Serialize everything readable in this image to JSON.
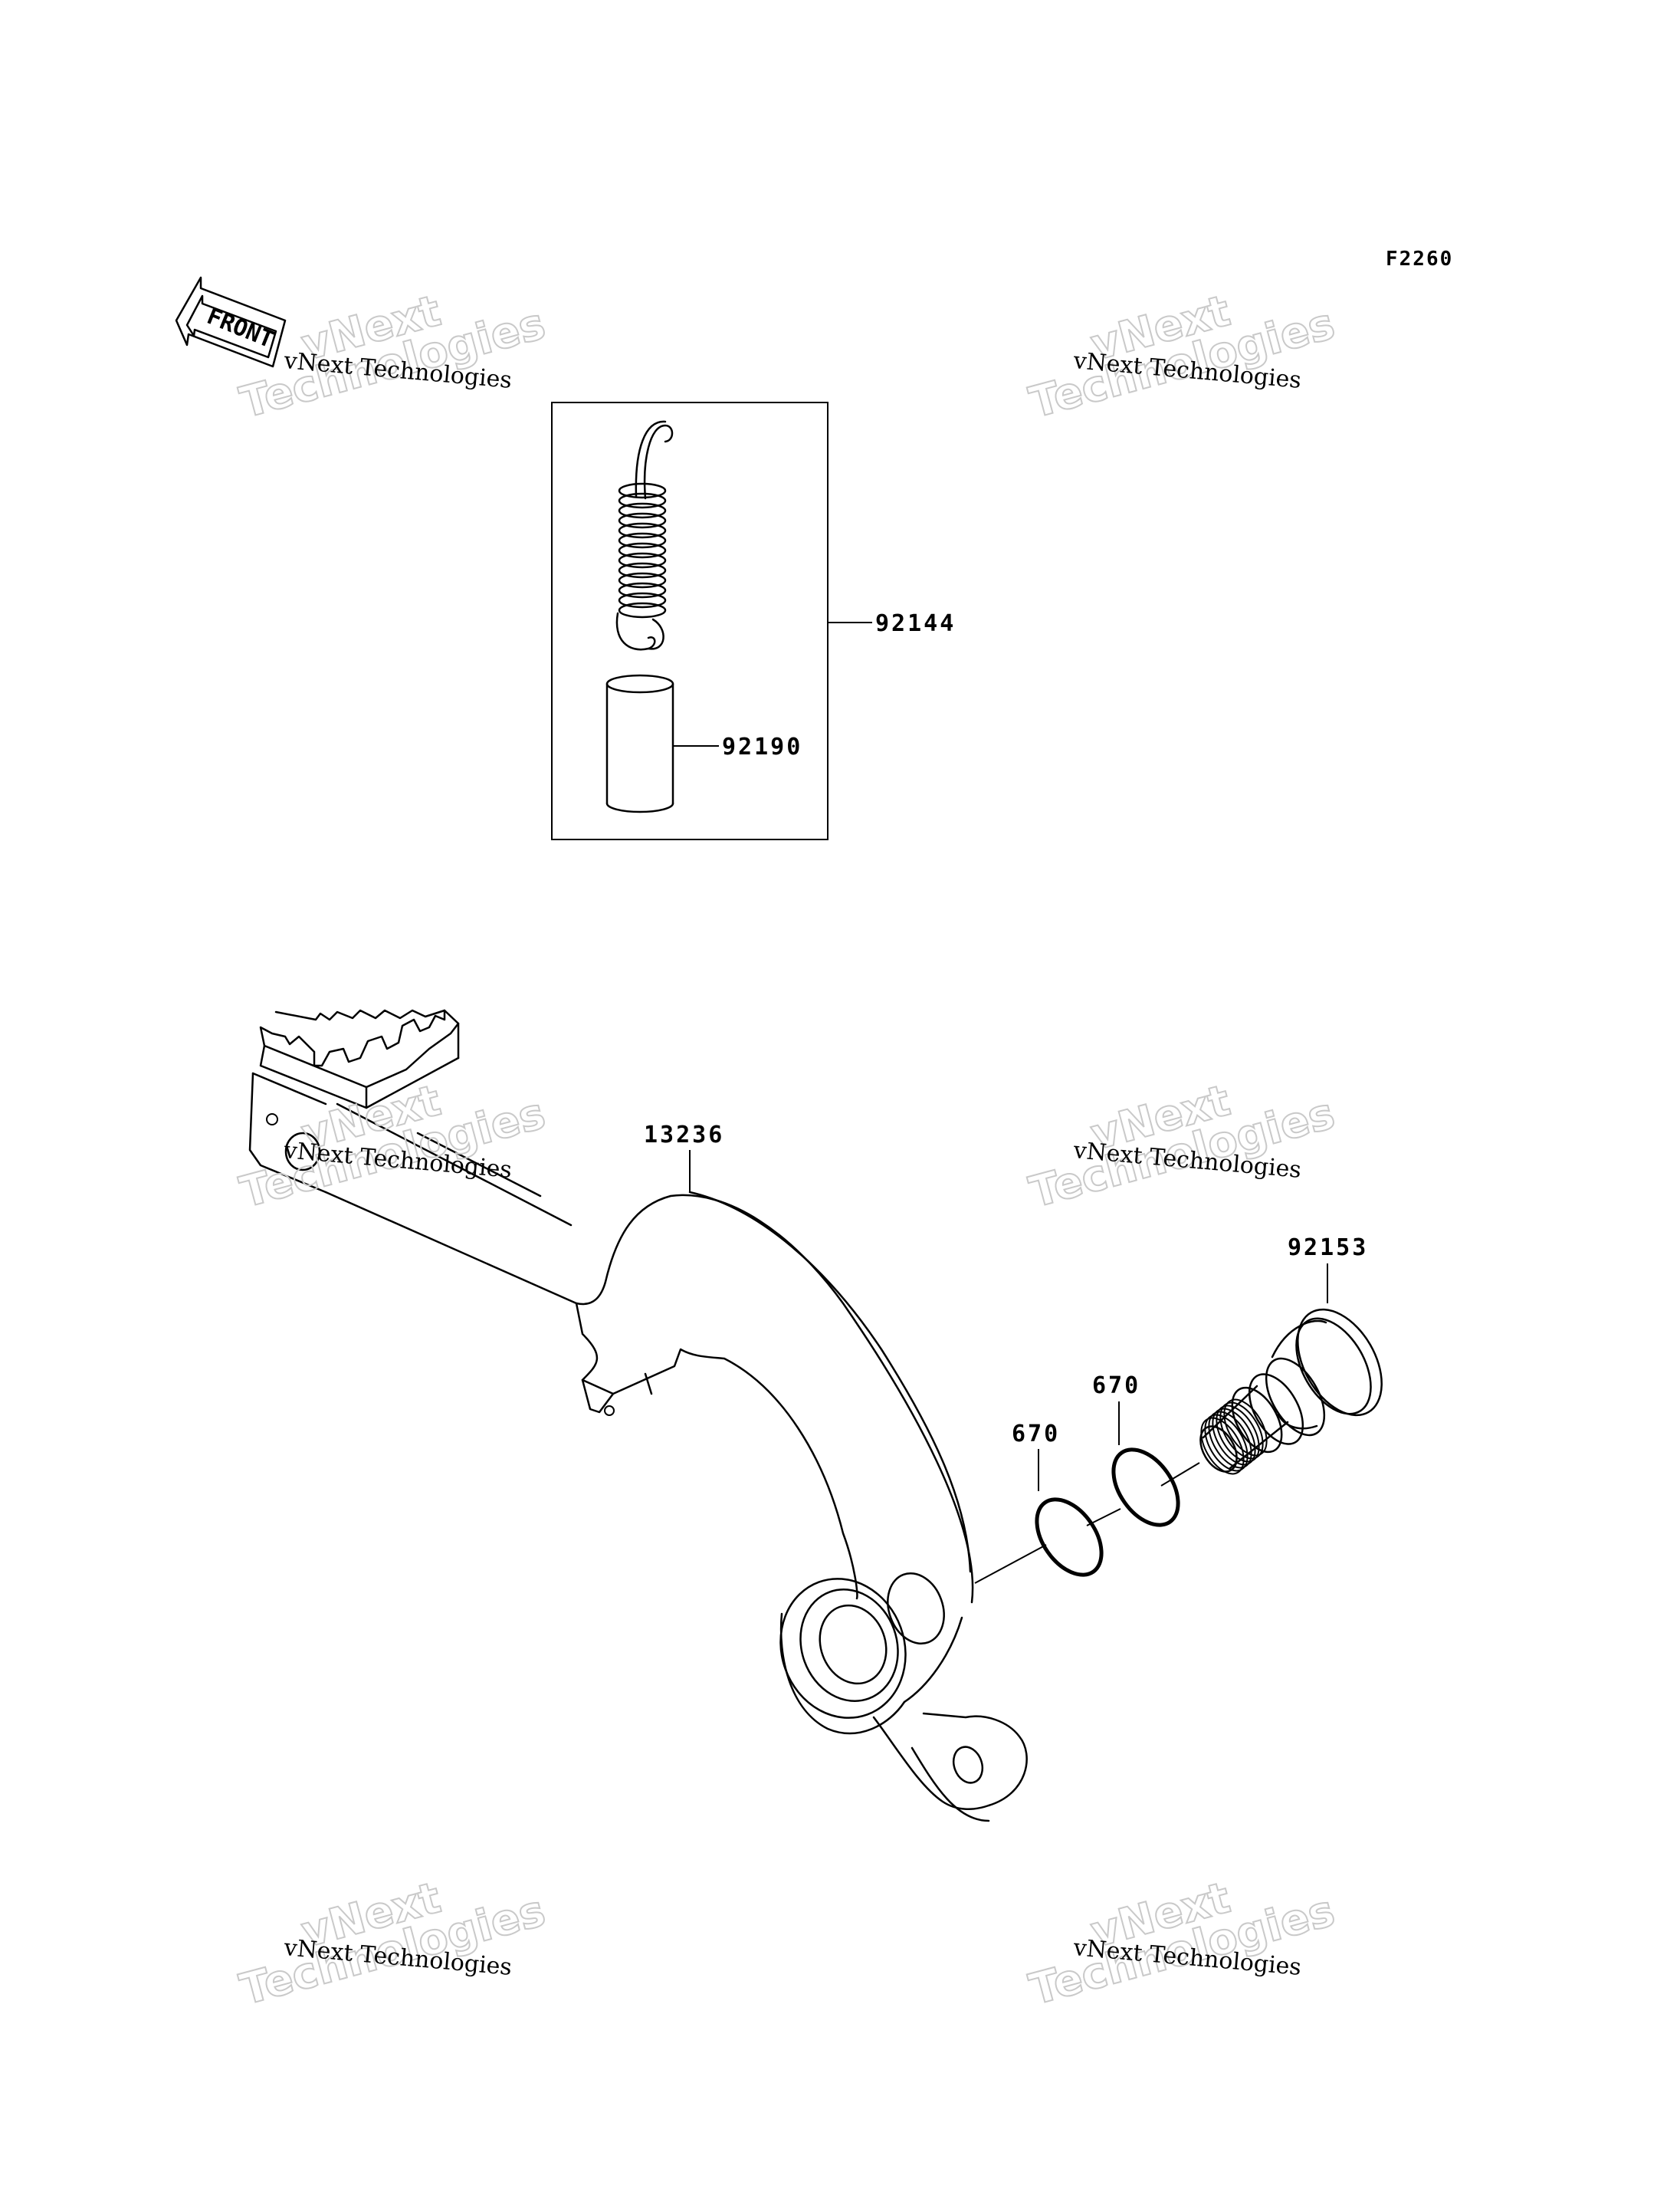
{
  "diagram": {
    "code": "F2260",
    "front_label": "FRONT",
    "parts": {
      "spring_kit": "92144",
      "collar": "92190",
      "brake_pedal": "13236",
      "bolt": "92153",
      "oring_left": "670",
      "oring_right": "670"
    },
    "watermark": {
      "line1": "vNext Technologies",
      "line2a": "vNext",
      "line2b": "Technologies"
    }
  }
}
